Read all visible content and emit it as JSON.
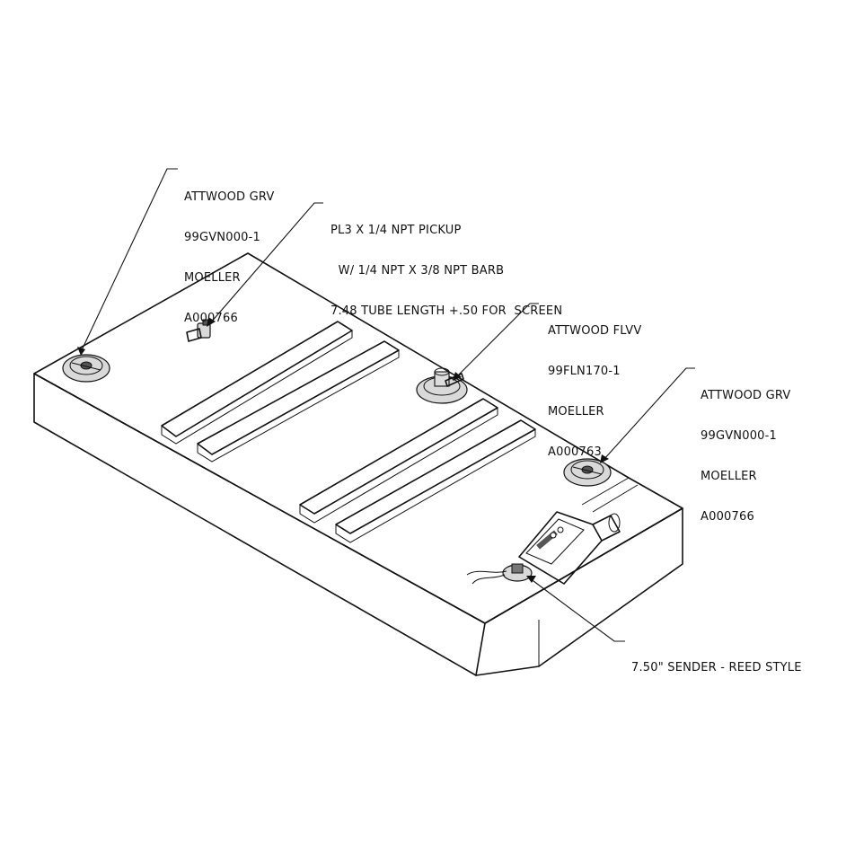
{
  "callouts": {
    "grv_left": [
      "ATTWOOD GRV",
      "99GVN000-1",
      "MOELLER",
      "A000766"
    ],
    "pickup": [
      "PL3 X 1/4 NPT PICKUP",
      "  W/ 1/4 NPT X 3/8 NPT BARB",
      "7.48 TUBE LENGTH +.50 FOR  SCREEN"
    ],
    "flvv": [
      "ATTWOOD FLVV",
      "99FLN170-1",
      "MOELLER",
      "A000763"
    ],
    "grv_right": [
      "ATTWOOD GRV",
      "99GVN000-1",
      "MOELLER",
      "A000766"
    ],
    "sender": [
      "7.50\" SENDER - REED STYLE"
    ]
  }
}
